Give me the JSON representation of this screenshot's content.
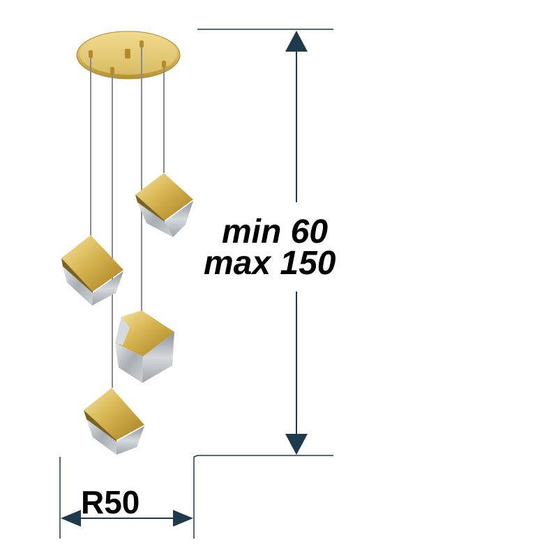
{
  "dimensions": {
    "height_min_label": "min 60",
    "height_max_label": "max 150",
    "radius_label": "R50"
  },
  "colors": {
    "dimension_line": "#1f3a4d",
    "gold": "#c9a23a",
    "glass": "#b9bec4",
    "cable": "#8a8a8a",
    "text": "#000000"
  },
  "icons": {
    "arrow": "triangle-arrowhead",
    "pendant": "cube-pendant"
  }
}
